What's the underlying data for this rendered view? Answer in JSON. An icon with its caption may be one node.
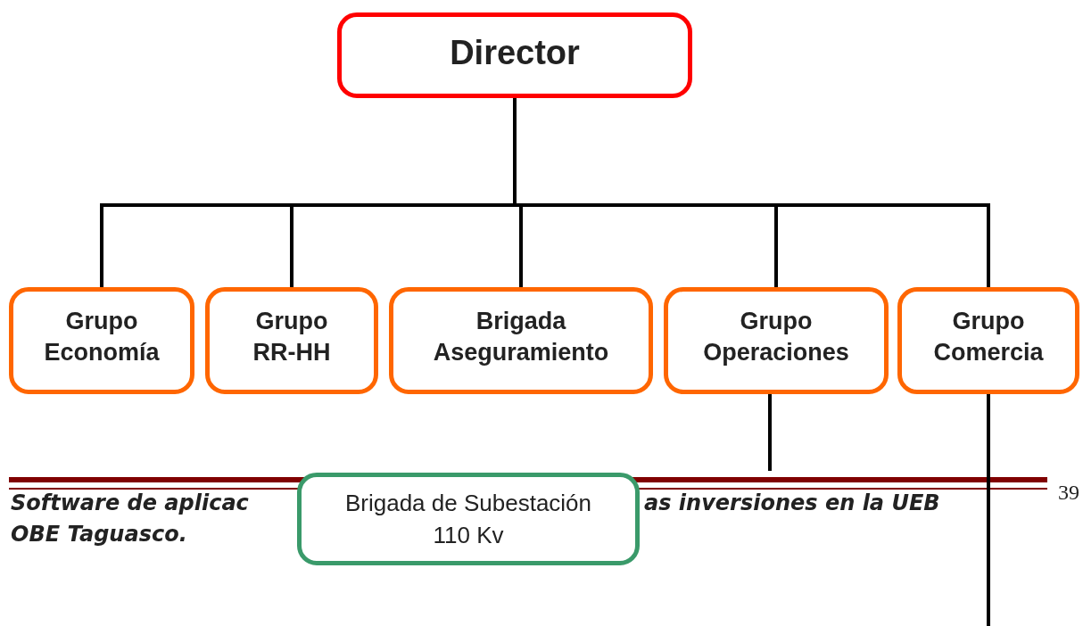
{
  "diagram": {
    "nodes": [
      {
        "text": [
          "Director"
        ]
      },
      {
        "text": [
          "Grupo Economía"
        ]
      },
      {
        "text": [
          "Grupo RR-HH"
        ]
      },
      {
        "text": [
          "Brigada Aseguramiento"
        ]
      },
      {
        "text": [
          "Grupo Operaciones"
        ]
      },
      {
        "text": [
          "Grupo Comercia"
        ]
      },
      {
        "text": [
          "Brigada de Subestación 110 Kv"
        ]
      }
    ],
    "edges": [
      {
        "from": 0,
        "to": 1,
        "arrow": "none"
      },
      {
        "from": 0,
        "to": 2,
        "arrow": "none"
      },
      {
        "from": 0,
        "to": 3,
        "arrow": "none"
      },
      {
        "from": 0,
        "to": 4,
        "arrow": "none"
      },
      {
        "from": 0,
        "to": 5,
        "arrow": "none"
      },
      {
        "from": 4,
        "to": null,
        "arrow": "none"
      },
      {
        "from": 5,
        "to": null,
        "arrow": "none"
      }
    ],
    "labels": [
      "Software de aplicac",
      "as inversiones en la UEB",
      "OBE Taguasco.",
      "39"
    ]
  }
}
